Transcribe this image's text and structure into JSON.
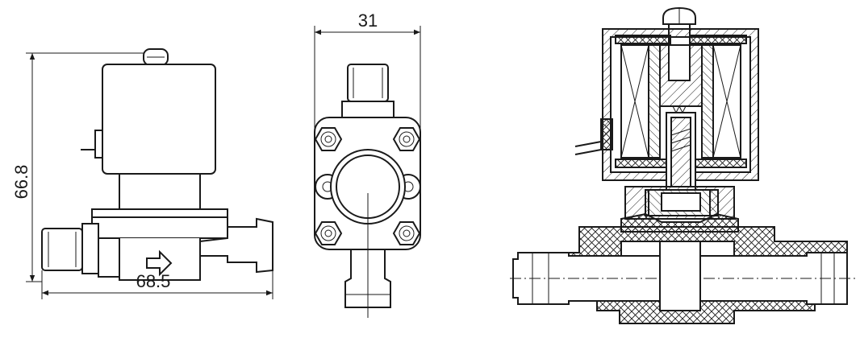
{
  "dimensions": {
    "height_label": "66.8",
    "length_label": "68.5",
    "width_label": "31"
  },
  "views": [
    "side-view",
    "end-view",
    "section-view"
  ],
  "colors": {
    "line": "#1a1a1a",
    "background": "#ffffff"
  },
  "icons": {
    "flow_arrow": "flow-arrow-icon"
  }
}
